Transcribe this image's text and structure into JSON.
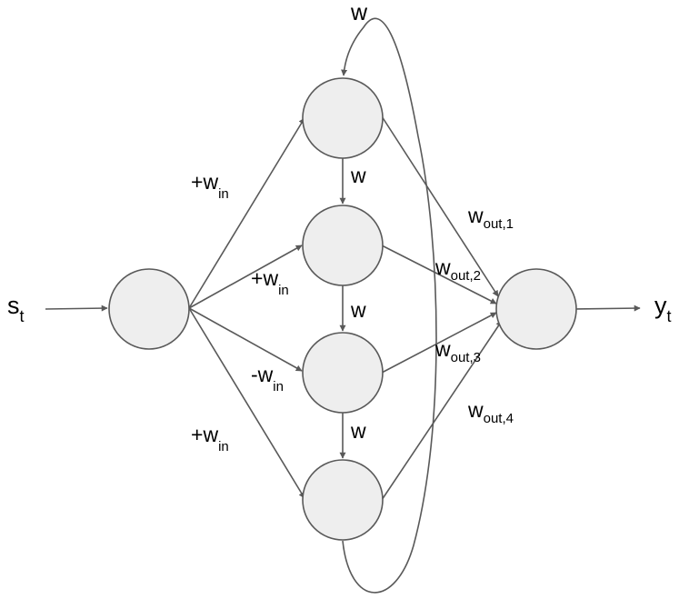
{
  "diagram": {
    "nodes": {
      "input": "",
      "reservoir": [
        "",
        "",
        "",
        ""
      ],
      "output": ""
    },
    "labels": {
      "input_signal": {
        "base": "s",
        "sub": "t"
      },
      "output_signal": {
        "base": "y",
        "sub": "t"
      },
      "loop_weight": "w",
      "chain_weights": [
        "w",
        "w",
        "w"
      ],
      "input_weights": [
        {
          "sign": "+",
          "base": "w",
          "sub": "in"
        },
        {
          "sign": "+",
          "base": "w",
          "sub": "in"
        },
        {
          "sign": "-",
          "base": "w",
          "sub": "in"
        },
        {
          "sign": "+",
          "base": "w",
          "sub": "in"
        }
      ],
      "output_weights": [
        {
          "base": "w",
          "sub": "out,1"
        },
        {
          "base": "w",
          "sub": "out,2"
        },
        {
          "base": "w",
          "sub": "out,3"
        },
        {
          "base": "w",
          "sub": "out,4"
        }
      ]
    },
    "colors": {
      "node_fill": "#eeeeee",
      "stroke": "#595959",
      "text": "#000000"
    }
  }
}
